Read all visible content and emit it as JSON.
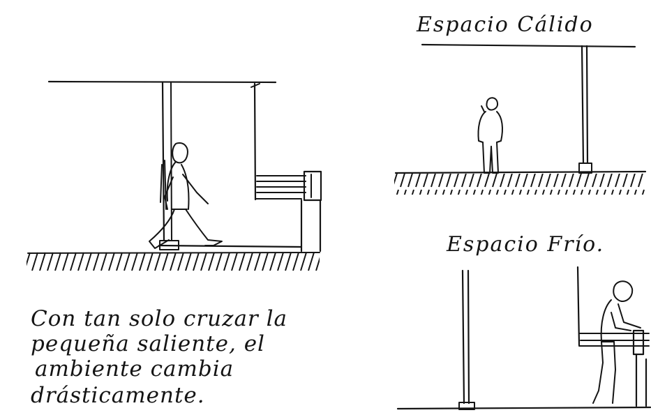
{
  "titles": {
    "warm_space": "Espacio Cálido",
    "cold_space": "Espacio Frío."
  },
  "caption": {
    "lines": [
      "Con tan solo cruzar la",
      "pequeña saliente, el",
      "ambiente cambia",
      "drásticamente."
    ]
  },
  "colors": {
    "ink": "#141414",
    "paper": "#ffffff"
  }
}
